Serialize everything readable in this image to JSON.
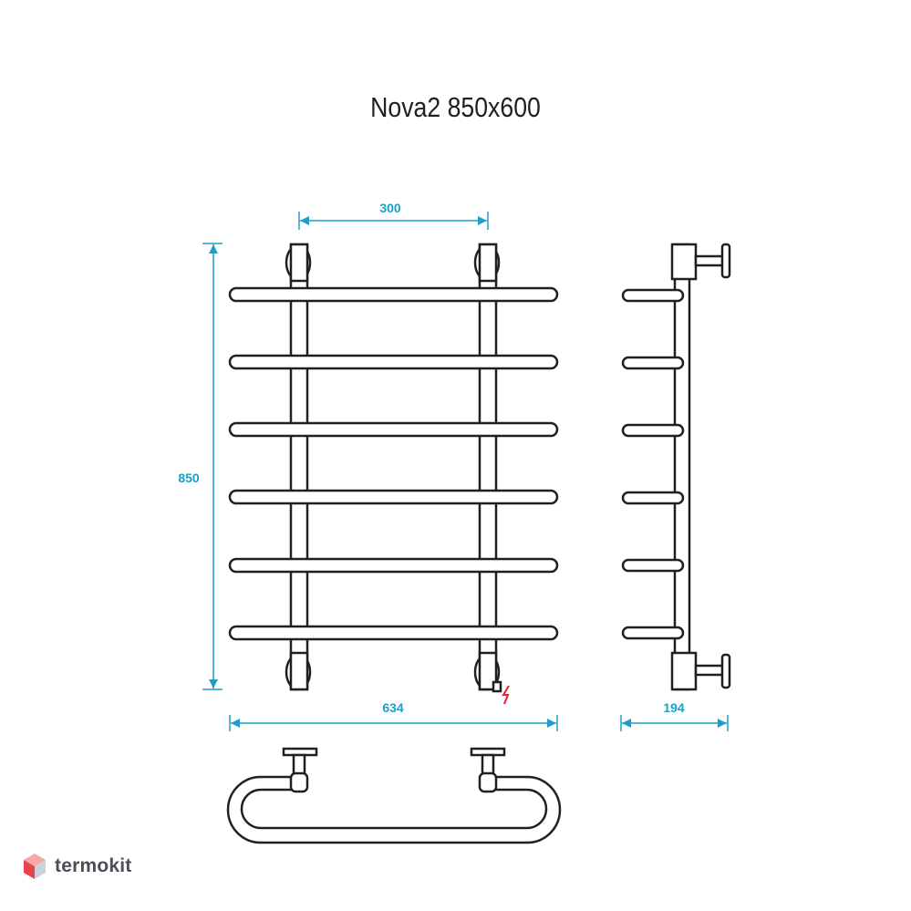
{
  "title": "Nova2 850x600",
  "dimensions": {
    "axis_spacing": "300",
    "height": "850",
    "width": "634",
    "depth": "194"
  },
  "brand": {
    "name": "termokit",
    "icon": "hexagon-cube-logo-icon"
  },
  "colors": {
    "line": "#231f20",
    "dimension": "#1ba0c8",
    "electric": "#e2232a"
  },
  "icons": [
    "lightning-bolt-icon"
  ]
}
